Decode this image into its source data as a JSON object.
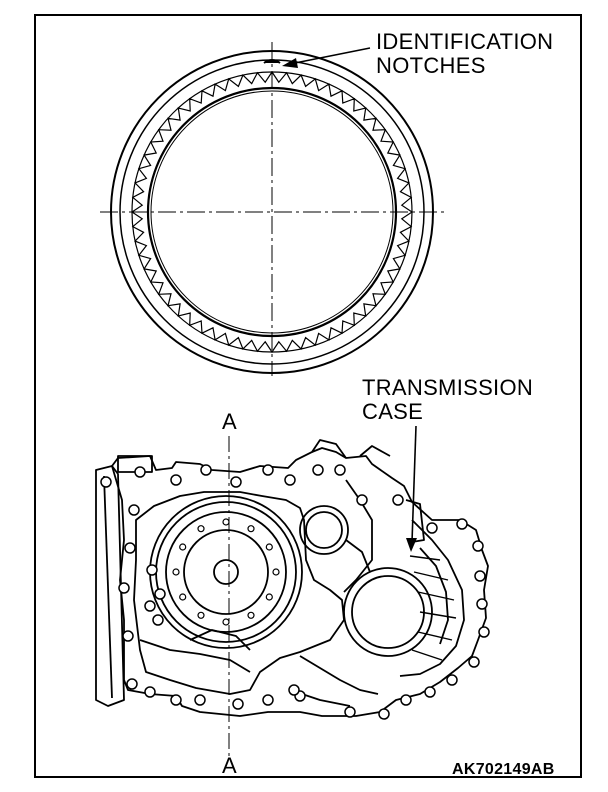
{
  "labels": {
    "identification_line1": "IDENTIFICATION",
    "identification_line2": "NOTCHES",
    "transmission_line1": "TRANSMISSION",
    "transmission_line2": "CASE",
    "section_top": "A",
    "section_bottom": "A",
    "figure_id": "AK702149AB"
  },
  "colors": {
    "ink": "#000000",
    "paper": "#ffffff"
  }
}
